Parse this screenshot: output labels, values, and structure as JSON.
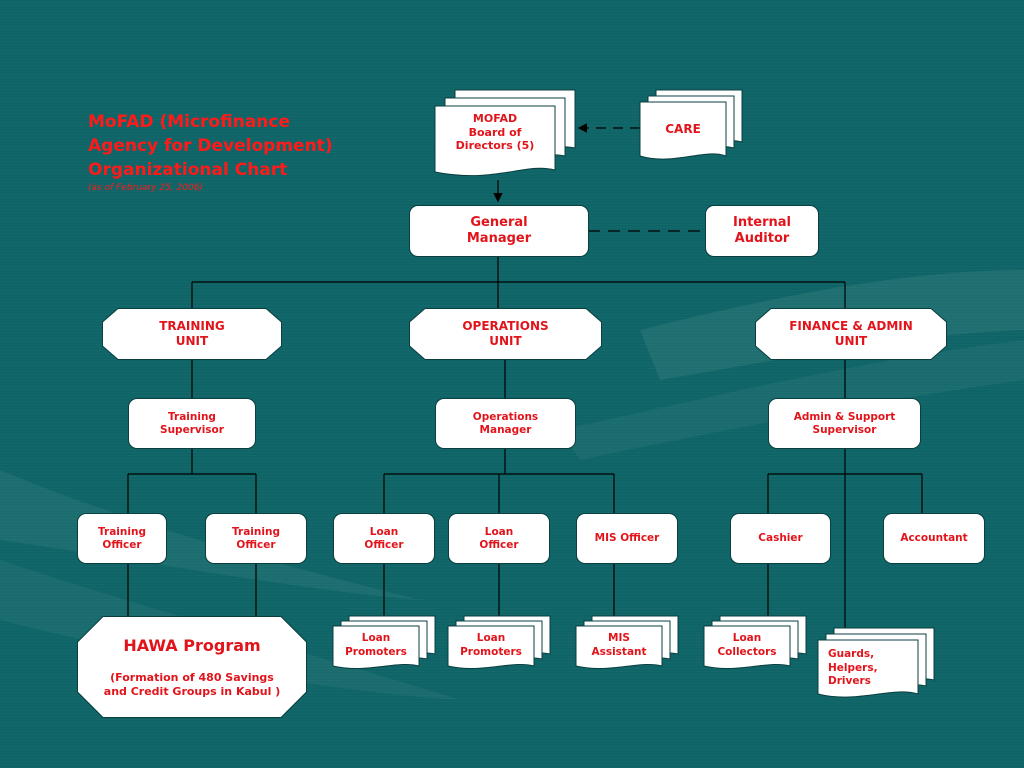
{
  "title": {
    "lines": [
      "MoFAD (Microfinance",
      "Agency for Development)",
      "Organizational Chart"
    ],
    "date": "(as of February 25, 2006)"
  },
  "colors": {
    "background": "#0e6466",
    "text": "#e2141b",
    "box": "#ffffff"
  },
  "board": {
    "label": "MOFAD\nBoard of\nDirectors (5)"
  },
  "care": {
    "label": "CARE"
  },
  "general_manager": {
    "label": "General\nManager"
  },
  "internal_auditor": {
    "label": "Internal\nAuditor"
  },
  "units": {
    "training": {
      "label": "TRAINING\nUNIT"
    },
    "operations": {
      "label": "OPERATIONS\nUNIT"
    },
    "finance": {
      "label": "FINANCE & ADMIN\nUNIT"
    }
  },
  "supervisors": {
    "training": {
      "label": "Training\nSupervisor"
    },
    "operations": {
      "label": "Operations\nManager"
    },
    "admin": {
      "label": "Admin & Support\nSupervisor"
    }
  },
  "officers": {
    "training_1": {
      "label": "Training\nOfficer"
    },
    "training_2": {
      "label": "Training\nOfficer"
    },
    "loan_1": {
      "label": "Loan\nOfficer"
    },
    "loan_2": {
      "label": "Loan\nOfficer"
    },
    "mis": {
      "label": "MIS Officer"
    },
    "cashier": {
      "label": "Cashier"
    },
    "accountant": {
      "label": "Accountant"
    }
  },
  "staff": {
    "loan_promoters_1": {
      "label": "Loan\nPromoters"
    },
    "loan_promoters_2": {
      "label": "Loan\nPromoters"
    },
    "mis_assistant": {
      "label": "MIS\nAssistant"
    },
    "loan_collectors": {
      "label": "Loan\nCollectors"
    },
    "guards": {
      "label": "Guards,\nHelpers,\nDrivers"
    }
  },
  "hawa": {
    "title": "HAWA Program",
    "subtitle": "(Formation of 480 Savings\nand Credit Groups in Kabul )"
  }
}
